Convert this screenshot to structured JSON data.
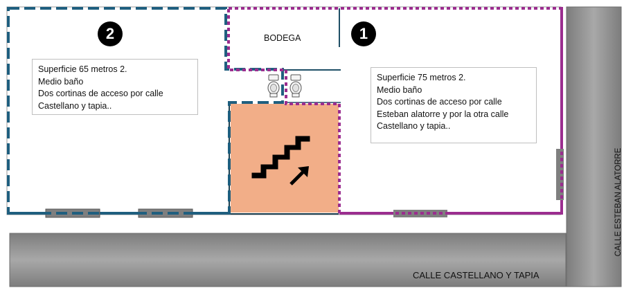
{
  "unit_1": {
    "number": "1",
    "info_lines": [
      "Superficie  75 metros 2.",
      "Medio baño",
      "Dos cortinas de acceso por calle",
      "Esteban alatorre y por la otra calle",
      "Castellano y tapia.."
    ],
    "border_color": "#9b2d8f"
  },
  "unit_2": {
    "number": "2",
    "info_lines": [
      "Superficie  65 metros 2.",
      "Medio baño",
      "Dos cortinas de acceso por calle",
      "Castellano y tapia.."
    ],
    "border_color": "#1f5f7f"
  },
  "bodega": {
    "label": "BODEGA"
  },
  "streets": {
    "bottom": "CALLE  CASTELLANO Y TAPIA",
    "right": "CALLE  ESTEBAN ALATORRE"
  },
  "colors": {
    "stair_fill": "#f2ae88",
    "street_fill": "#8a8a8a",
    "curtain_fill": "#7f7f7f"
  },
  "icons": [
    "toilet-icon",
    "toilet-icon",
    "stairs-icon",
    "arrow-up-right-icon"
  ]
}
